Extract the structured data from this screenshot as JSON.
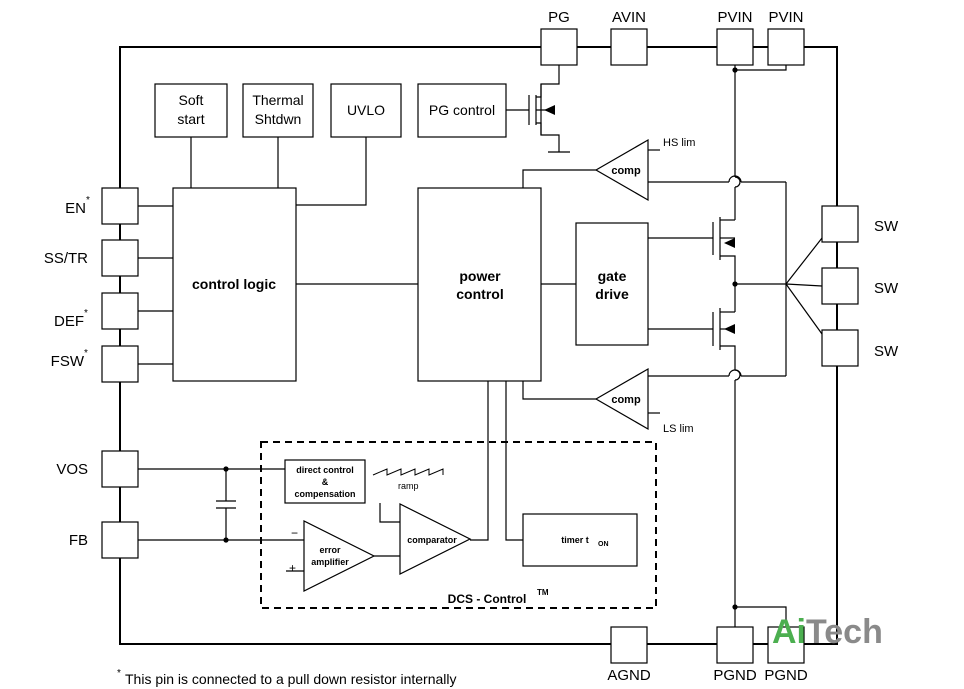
{
  "top_pins": {
    "pg": "PG",
    "avin": "AVIN",
    "pvin1": "PVIN",
    "pvin2": "PVIN"
  },
  "left_pins": {
    "en": "EN",
    "ss_tr": "SS/TR",
    "def": "DEF",
    "fsw": "FSW",
    "vos": "VOS",
    "fb": "FB"
  },
  "pin_marker": "*",
  "right_pins": {
    "sw1": "SW",
    "sw2": "SW",
    "sw3": "SW"
  },
  "bottom_pins": {
    "agnd": "AGND",
    "pgnd1": "PGND",
    "pgnd2": "PGND"
  },
  "blocks": {
    "soft_start": [
      "Soft",
      "start"
    ],
    "thermal": [
      "Thermal",
      "Shtdwn"
    ],
    "uvlo": "UVLO",
    "pg_control": "PG control",
    "control_logic": "control logic",
    "power_control": [
      "power",
      "control"
    ],
    "gate_drive": [
      "gate",
      "drive"
    ],
    "comp_hs": "comp",
    "comp_ls": "comp",
    "hs_lim": "HS lim",
    "ls_lim": "LS lim",
    "direct_control": [
      "direct control",
      "&",
      "compensation"
    ],
    "ramp": "ramp",
    "error_amp": [
      "error",
      "amplifier"
    ],
    "comparator": "comparator",
    "timer": "timer t",
    "timer_sub": "ON",
    "dcs_label": "DCS - Control",
    "dcs_tm": "TM",
    "minus": "−",
    "plus": "+"
  },
  "footnote": {
    "star": "*",
    "text": "This pin is connected to a pull down resistor internally"
  },
  "watermark": {
    "part1": "Ai",
    "part2": "Tech",
    "color1": "#4caf50",
    "color2": "#8a8a8a"
  }
}
